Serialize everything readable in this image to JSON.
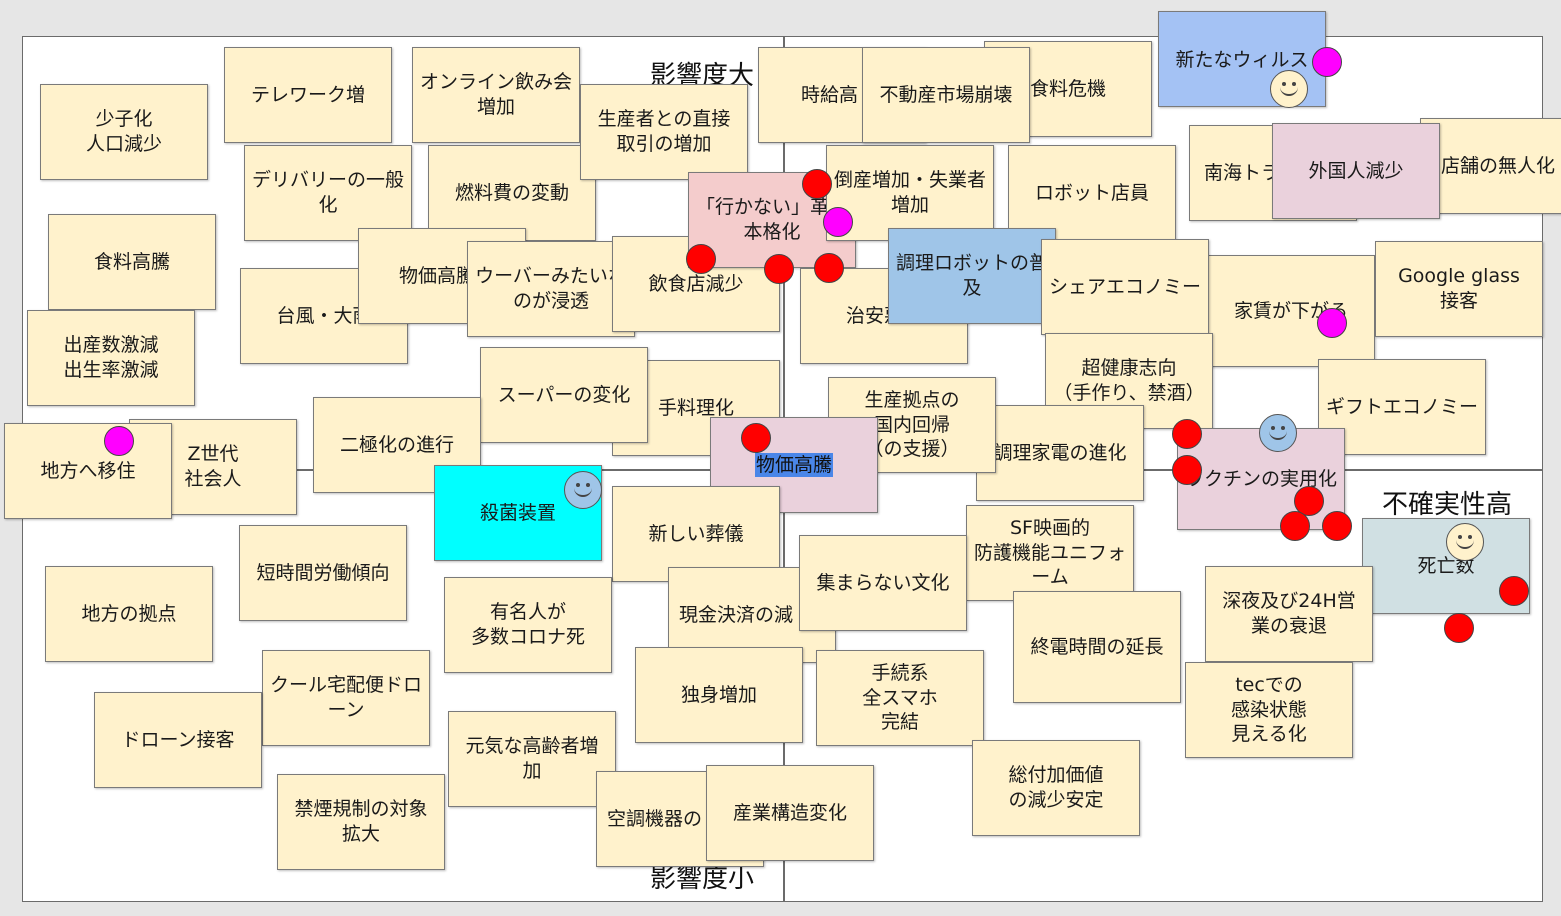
{
  "axes": {
    "top": "影響度大",
    "bottom": "影響度小",
    "right": "不確実性高"
  },
  "colors": {
    "note": "#fff2cc",
    "pink_note": "#ead1dc",
    "blue_note": "#9fc5e8",
    "periwinkle_note": "#a4c2f4",
    "cyan_note": "#00ffff",
    "grey_note": "#d0e0e3",
    "red_dot": "#ff0000",
    "magenta_dot": "#ff00ff",
    "highlight": "#4a86e8"
  },
  "notes": {
    "n01": "少子化\n人口減少",
    "n02": "テレワーク増",
    "n03": "オンライン飲み会\n増加",
    "n04": "生産者との直接\n取引の増加",
    "n05": "時給高",
    "n06": "食料危機",
    "n07": "不動産市場崩壊",
    "n08": "新たなウィルス",
    "n09": "デリバリーの一般\n化",
    "n10": "燃料費の変動",
    "n11": "「行かない」革命\n本格化",
    "n12": "倒産増加・失業者\n増加",
    "n13": "ロボット店員",
    "n14": "南海トラ",
    "n15": "外国人減少",
    "n16": "店舗の無人化",
    "n17": "食料高騰",
    "n18": "台風・大雨",
    "n19": "物価高騰",
    "n20": "ウーバーみたいな\nのが浸透",
    "n21": "飲食店減少",
    "n22": "治安悪化",
    "n23": "調理ロボットの普\n及",
    "n24": "シェアエコノミー",
    "n25": "家賃が下がる",
    "n26": "Google glass\n接客",
    "n27": "出産数激減\n出生率激減",
    "n28": "スーパーの変化",
    "n29": "手料理化",
    "n30": "生産拠点の\n国内回帰\n（の支援）",
    "n31": "超健康志向\n（手作り、禁酒）",
    "n32": "ギフトエコノミー",
    "n33": "地方へ移住",
    "n34": "Z世代\n社会人",
    "n35": "二極化の進行",
    "n36": "物価高騰",
    "n37": "調理家電の進化",
    "n38": "ワクチンの実用化",
    "n39": "殺菌装置",
    "n40": "新しい葬儀",
    "n41": "SF映画的\n防護機能ユニフォ\nーム",
    "n42": "死亡数",
    "n43": "短時間労働傾向",
    "n44": "有名人が\n多数コロナ死",
    "n45": "現金決済の減",
    "n46": "集まらない文化",
    "n47": "深夜及び24H営\n業の衰退",
    "n48": "地方の拠点",
    "n49": "終電時間の延長",
    "n50": "クール宅配便ドロ\nーン",
    "n51": "ドローン接客",
    "n52": "独身増加",
    "n53": "手続系\n全スマホ\n完結",
    "n54": "tecでの\n感染状態\n見える化",
    "n55": "元気な高齢者増\n加",
    "n56": "総付加価値\nの減少安定",
    "n57": "禁煙規制の対象\n拡大",
    "n58": "空調機器の",
    "n59": "産業構造変化"
  }
}
